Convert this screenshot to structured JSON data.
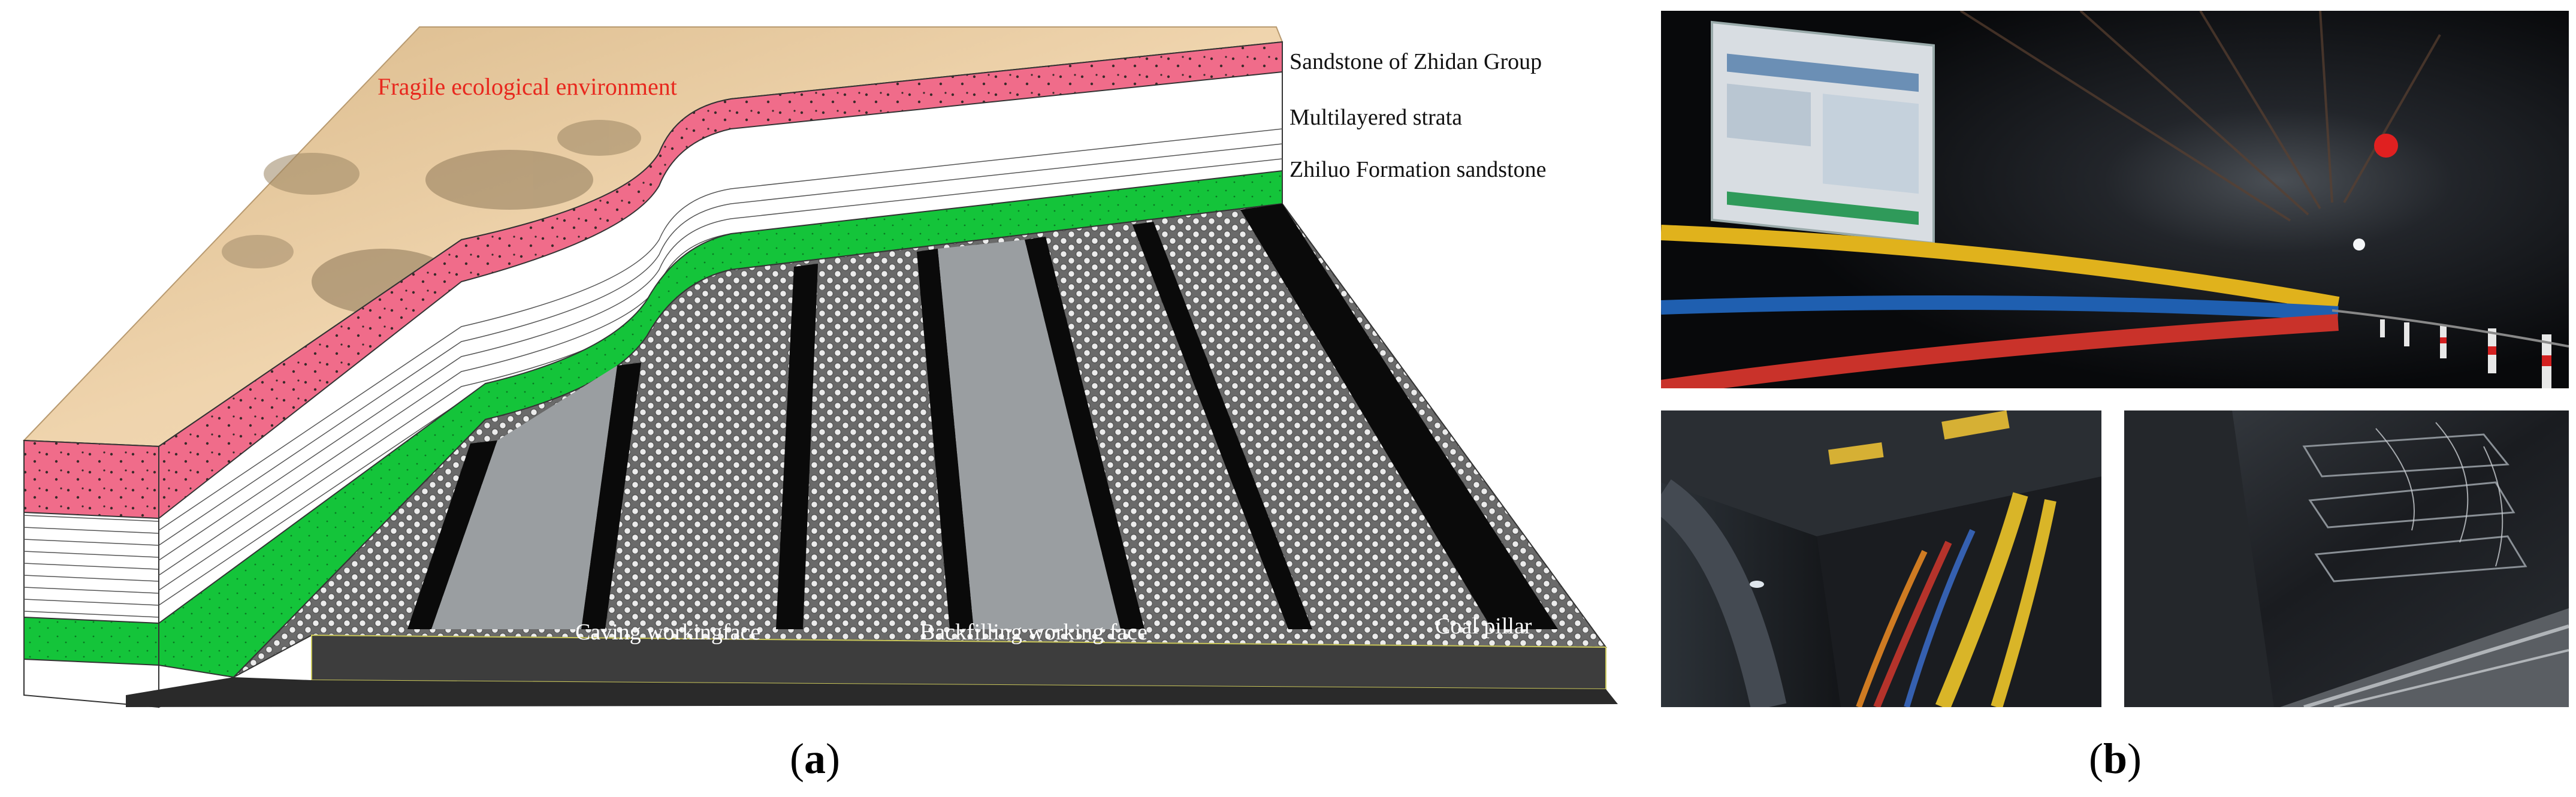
{
  "panel_a": {
    "labels": {
      "ecology": "Fragile ecological environment",
      "sandstone_zhidan": "Sandstone of Zhidan Group",
      "multilayered": "Multilayered strata",
      "zhiluo": "Zhiluo Formation sandstone",
      "caving": "Caving workingface",
      "backfilling": "Backfilling working face",
      "coal_pillar": "Coal pillar"
    },
    "caption_open": "(",
    "caption_letter": "a",
    "caption_close": ")",
    "colors": {
      "sand": "#e8c9a0",
      "pink_layer": "#f06c8a",
      "green_layer": "#14c43a",
      "strata_white": "#ffffff",
      "coal_black": "#0a0a0a",
      "goaf_gray": "#9a9ea1",
      "backfill_pattern": "#d4d4d4",
      "base_dark": "#3a3a3a",
      "ecology_text": "#e8281e"
    }
  },
  "panel_b": {
    "caption_open": "(",
    "caption_letter": "b",
    "caption_close": ")",
    "photos": [
      "tunnel-with-pipes",
      "longwall-face-left",
      "longwall-face-right"
    ]
  }
}
